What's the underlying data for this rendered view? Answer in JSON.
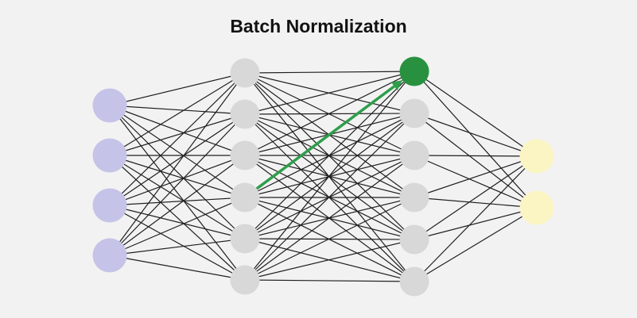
{
  "title": "Batch Normalization",
  "colors": {
    "background": "#f2f2f2",
    "edge": "#1f1f1f",
    "highlight": "#28913f",
    "arrow": "#2e9e4b",
    "input_node": "#c5c3e7",
    "hidden_node": "#d8d8d8",
    "output_node": "#fbf5c4"
  },
  "network": {
    "connectivity": "full-between-adjacent-layers",
    "layers": [
      {
        "name": "input-layer",
        "role": "input",
        "node_count": 4,
        "color": "#c5c3e7"
      },
      {
        "name": "hidden-layer-1",
        "role": "hidden",
        "node_count": 6,
        "color": "#d8d8d8"
      },
      {
        "name": "hidden-layer-2",
        "role": "hidden",
        "node_count": 6,
        "color": "#d8d8d8",
        "highlight_node": {
          "index": 0,
          "color": "#28913f"
        }
      },
      {
        "name": "output-layer",
        "role": "output",
        "node_count": 2,
        "color": "#fbf5c4"
      }
    ],
    "highlighted_edge": {
      "from_layer": 1,
      "from_node": 3,
      "to_layer": 2,
      "to_node": 0,
      "color": "#2e9e4b",
      "style": "thick-arrow"
    }
  }
}
